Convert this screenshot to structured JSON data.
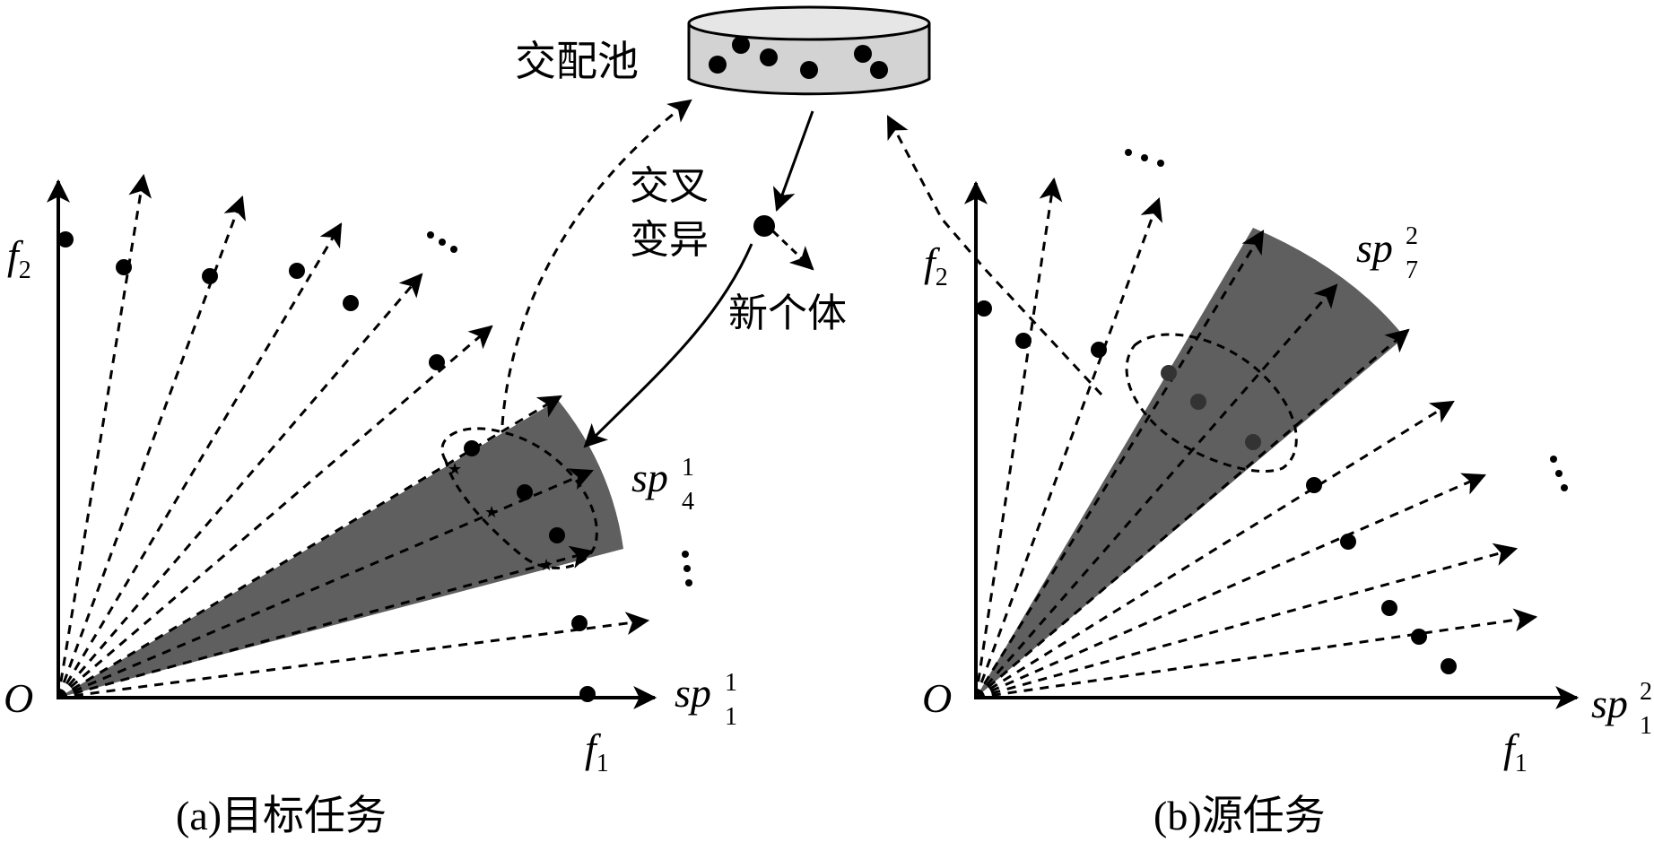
{
  "labels": {
    "mating_pool": "交配池",
    "crossover": "交叉",
    "mutation": "变异",
    "new_individual": "新个体",
    "caption_a": "(a)目标任务",
    "caption_b": "(b)源任务",
    "origin": "O",
    "f1": "f",
    "f1_sub": "1",
    "f2": "f",
    "f2_sub": "2",
    "sp_base": "sp",
    "sp_a_top": {
      "sup": "1",
      "sub": "4"
    },
    "sp_a_bottom": {
      "sup": "1",
      "sub": "1"
    },
    "sp_b_top": {
      "sup": "2",
      "sub": "7"
    },
    "sp_b_bottom": {
      "sup": "2",
      "sub": "1"
    },
    "ellipsis": "⋯"
  },
  "colors": {
    "stroke": "#000000",
    "sector_fill": "#5f5f5f",
    "pool_fill": "#d3d3d3",
    "dot": "#000000"
  }
}
